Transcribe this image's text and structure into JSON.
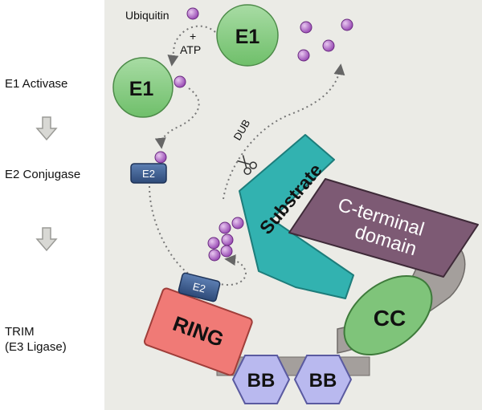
{
  "side_labels": {
    "e1_activase": "E1 Activase",
    "e2_conjugase": "E2 Conjugase",
    "trim_line1": "TRIM",
    "trim_line2": "(E3 Ligase)"
  },
  "pathway_labels": {
    "ubiquitin": "Ubiquitin",
    "plus": "+",
    "atp": "ATP",
    "dub": "DUB"
  },
  "nodes": {
    "e1_large": "E1",
    "e1_small": "E1",
    "e2_free": "E2",
    "e2_bound": "E2"
  },
  "domains": {
    "ring": "RING",
    "bb1": "BB",
    "bb2": "BB",
    "cc": "CC",
    "substrate": "Substrate",
    "cterm_line1": "C-terminal",
    "cterm_line2": "domain"
  },
  "colors": {
    "background_panel": "#ebebe6",
    "e1_green": "#8fd08a",
    "ubiquitin_purple": "#b46cc8",
    "e2_blue": "#3f5f8f",
    "ring_red": "#f07a76",
    "bb_lavender": "#b9b9ef",
    "cc_green": "#7fc47a",
    "substrate_teal": "#32b2b0",
    "cterm_mauve": "#7d5a74",
    "arrow_gray": "#a8a8a8"
  },
  "icons": {
    "flow_arrow": "down-arrow-icon",
    "dub_tool": "scissors-icon"
  }
}
